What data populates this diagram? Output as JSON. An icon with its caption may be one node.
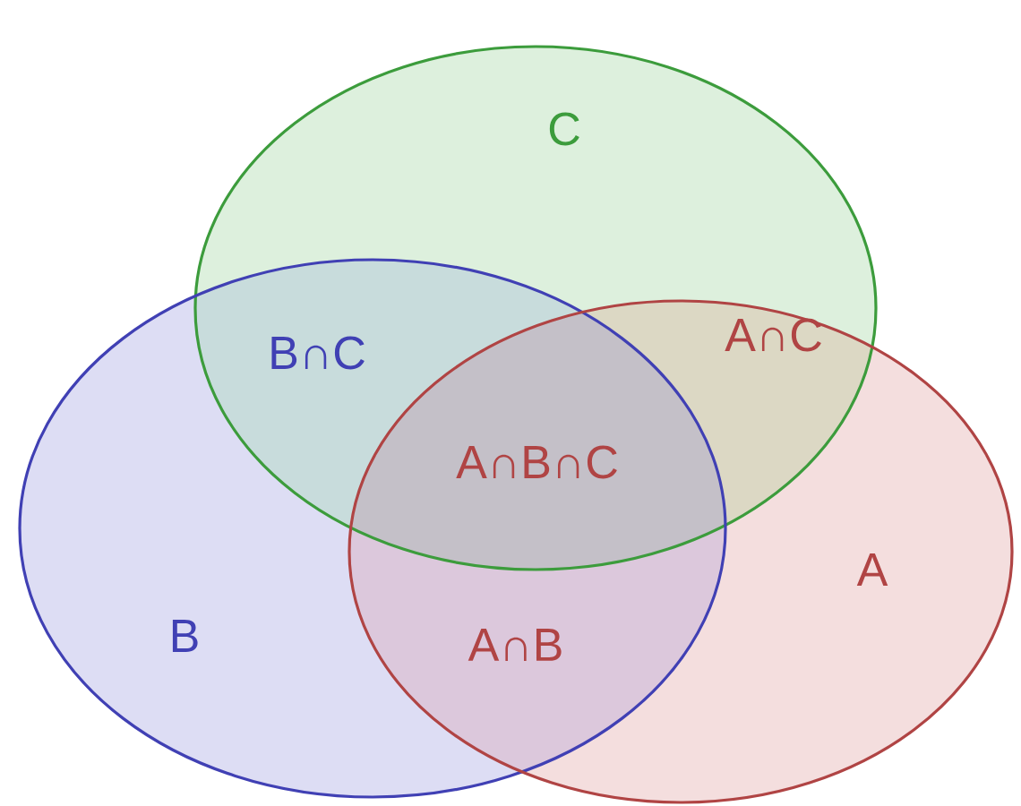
{
  "diagram": {
    "nodes": [
      {
        "text": [
          "C"
        ]
      },
      {
        "text": [
          "B"
        ]
      },
      {
        "text": [
          "A"
        ]
      }
    ],
    "labels": [
      "B∩C",
      "A∩C",
      "A∩B∩C",
      "A∩B"
    ]
  }
}
